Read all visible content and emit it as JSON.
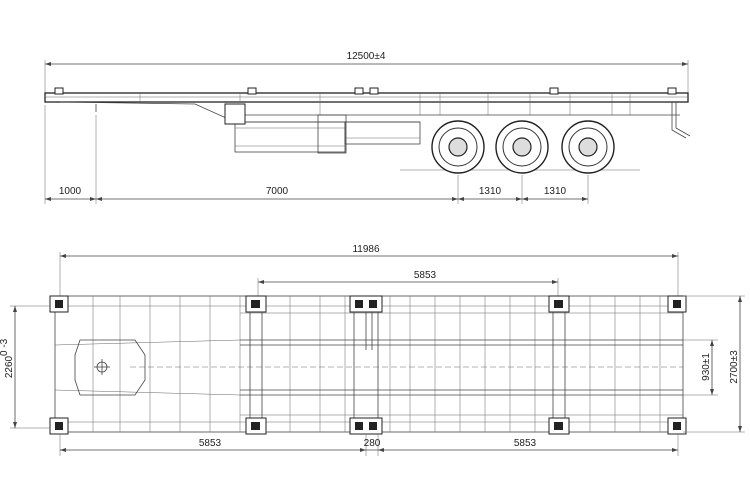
{
  "side_view": {
    "overall_length": "12500±4",
    "front_overhang": "1000",
    "kingpin_to_axle": "7000",
    "axle_spacing_1": "1310",
    "axle_spacing_2": "1310"
  },
  "top_view": {
    "frame_length": "11986",
    "inner_lock_spacing": "5853",
    "bottom_left_spacing": "5853",
    "bottom_center_gap": "280",
    "bottom_right_spacing": "5853",
    "left_width": "2260",
    "left_width_tol": "0 -3",
    "right_inner_width": "930±1",
    "right_outer_width": "2700±3"
  }
}
